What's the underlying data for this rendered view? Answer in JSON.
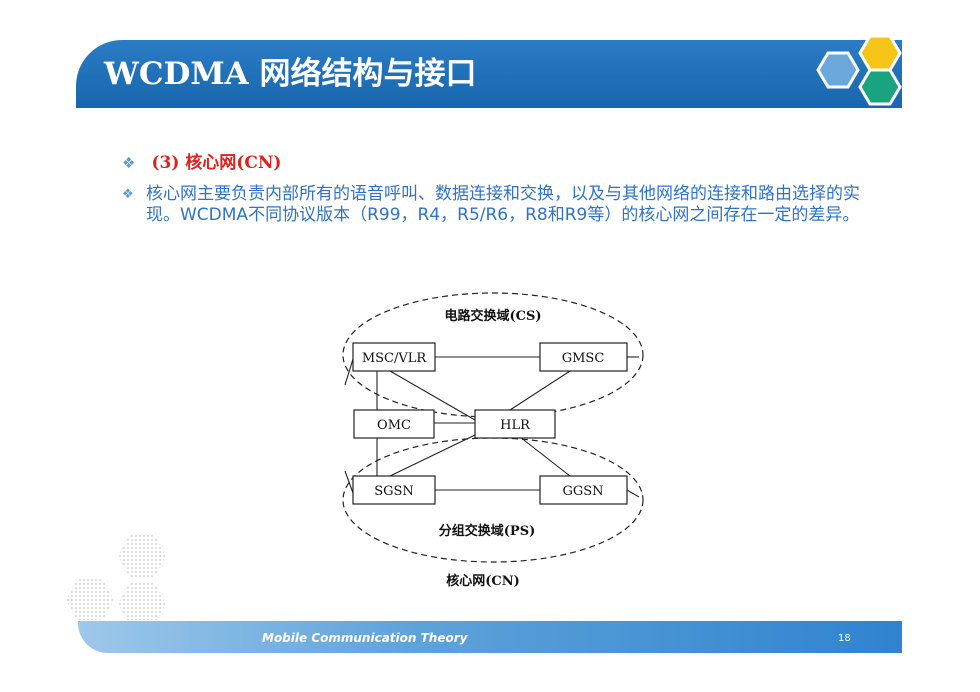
{
  "slide": {
    "title": "WCDMA 网络结构与接口",
    "bullet_heading": "(3) 核心网(CN)",
    "bullet_body": "核心网主要负责内部所有的语音呼叫、数据连接和交换，以及与其他网络的连接和路由选择的实现。WCDMA不同协议版本（R99，R4，R5/R6，R8和R9等）的核心网之间存在一定的差异。",
    "footer_text": "Mobile Communication Theory",
    "page_number": "18"
  },
  "diagram": {
    "cs_domain_label": "电路交换域(CS)",
    "ps_domain_label": "分组交换域(PS)",
    "caption": "核心网(CN)",
    "nodes": {
      "msc_vlr": "MSC/VLR",
      "gmsc": "GMSC",
      "omc": "OMC",
      "hlr": "HLR",
      "sgsn": "SGSN",
      "ggsn": "GGSN"
    }
  },
  "icons": {
    "bullet_icon": "diamond-bullet-icon",
    "logo": "hexagon-logo-icon",
    "decoration": "hexagon-decoration-icon"
  },
  "colors": {
    "title_bar": "#1d6fb8",
    "heading_red": "#e0201d",
    "body_blue": "#2f73c9",
    "hex_yellow": "#f5c518",
    "hex_teal": "#1aa37f",
    "hex_blue": "#5b9bd5"
  }
}
